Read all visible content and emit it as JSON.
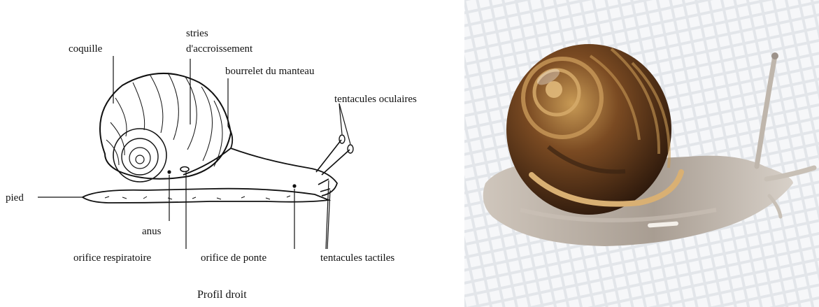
{
  "diagram": {
    "labels": {
      "coquille": "coquille",
      "stries_line1": "stries",
      "stries_line2": "d'accroissement",
      "bourrelet": "bourrelet du manteau",
      "tentacules_oculaires": "tentacules oculaires",
      "pied": "pied",
      "anus": "anus",
      "orifice_respiratoire": "orifice respiratoire",
      "orifice_ponte": "orifice de ponte",
      "tentacules_tactiles": "tentacules tactiles"
    },
    "caption": "Profil droit",
    "line_color": "#111111"
  },
  "photo": {
    "subject": "garden-snail-photo",
    "background_color": "#e9ecef",
    "shell_colors": [
      "#3b2413",
      "#7a4a22",
      "#c89a55"
    ],
    "body_color": "#a89d92"
  }
}
